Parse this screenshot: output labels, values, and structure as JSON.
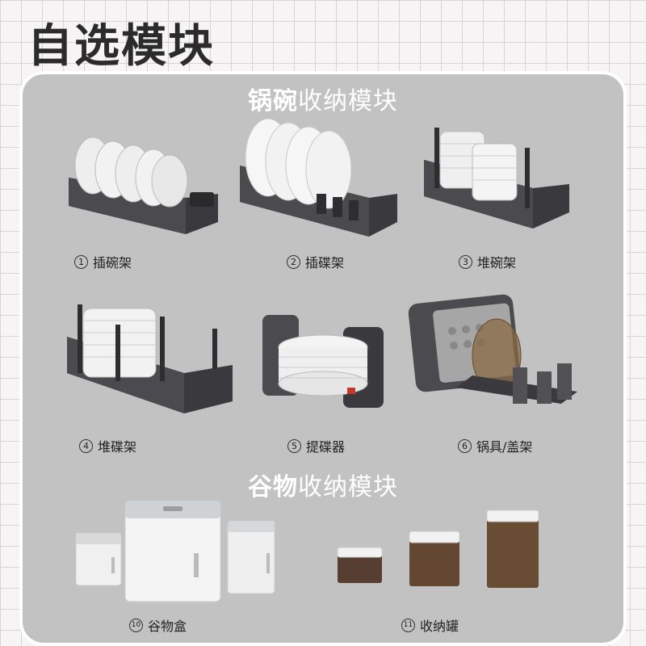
{
  "page_title": "自选模块",
  "section_cookware": {
    "bold": "锅碗",
    "rest": "收纳模块"
  },
  "section_grain": {
    "bold": "谷物",
    "rest": "收纳模块"
  },
  "cookware_items": [
    {
      "num": "1",
      "label": "插碗架",
      "icon": "bowl-rack-icon"
    },
    {
      "num": "2",
      "label": "插碟架",
      "icon": "plate-rack-icon"
    },
    {
      "num": "3",
      "label": "堆碗架",
      "icon": "bowl-stack-rack-icon"
    },
    {
      "num": "4",
      "label": "堆碟架",
      "icon": "plate-stack-rack-icon"
    },
    {
      "num": "5",
      "label": "提碟器",
      "icon": "plate-carrier-icon"
    },
    {
      "num": "6",
      "label": "锅具/盖架",
      "icon": "pot-lid-rack-icon"
    }
  ],
  "grain_items": [
    {
      "num": "10",
      "label": "谷物盒",
      "icon": "grain-box-icon"
    },
    {
      "num": "11",
      "label": "收纳罐",
      "icon": "storage-jar-icon"
    }
  ],
  "colors": {
    "panel": "#c2c2c2",
    "rack": "#3a3a3e",
    "plate": "#f2f2f2",
    "jar": "#5a3a22"
  }
}
